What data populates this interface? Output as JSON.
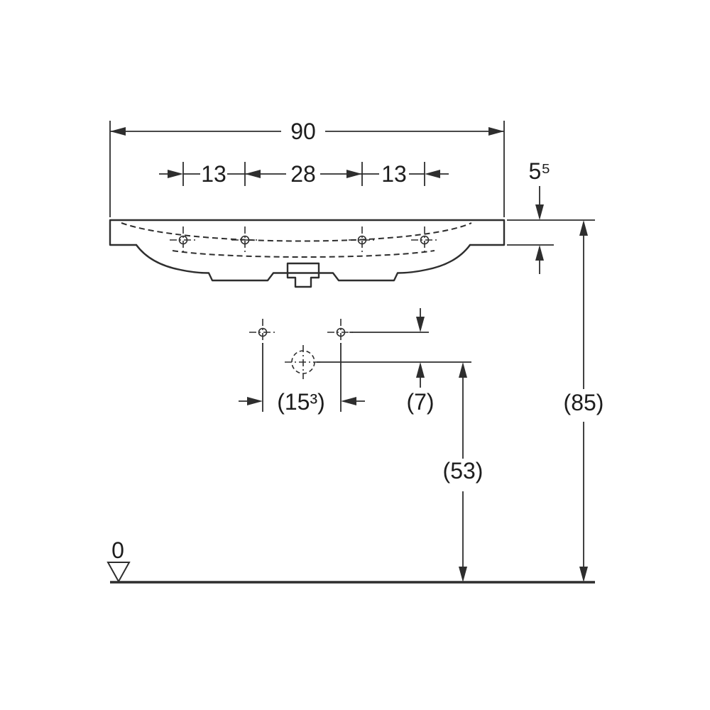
{
  "diagram": {
    "type": "washbasin-dimension-drawing",
    "labels": {
      "overall_width": "90",
      "spacing_left": "13",
      "spacing_center": "28",
      "spacing_right": "13",
      "rim_thickness": "5⁵",
      "connection_spacing": "(15³)",
      "drain_offset": "(7)",
      "drain_height": "(53)",
      "overall_height": "(85)",
      "zero_level": "0"
    },
    "colors": {
      "line": "#2e2e2e",
      "background": "#ffffff"
    }
  }
}
